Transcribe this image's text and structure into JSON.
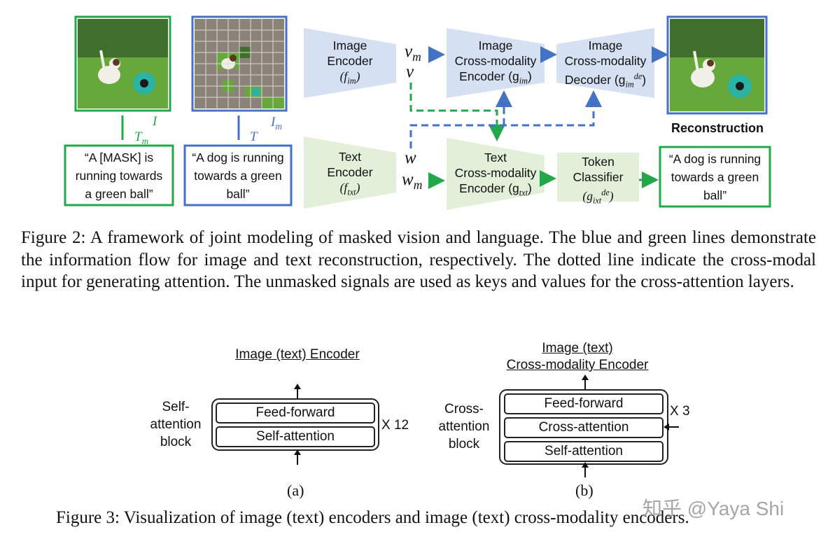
{
  "figure2": {
    "image_encoder": {
      "line1": "Image",
      "line2": "Encoder",
      "sym": "(f",
      "sub": "im",
      "close": ")"
    },
    "img_cm_encoder": {
      "line1": "Image",
      "line2": "Cross-modality",
      "line3": "Encoder (g",
      "sub": "im",
      "close": ")"
    },
    "img_cm_decoder": {
      "line1": "Image",
      "line2": "Cross-modality",
      "line3": "Decoder (g",
      "sub": "im",
      "sup": "de",
      "close": ")"
    },
    "text_encoder": {
      "line1": "Text",
      "line2": "Encoder",
      "sym": "(f",
      "sub": "txt",
      "close": ")"
    },
    "txt_cm_encoder": {
      "line1": "Text",
      "line2": "Cross-modality",
      "line3": "Encoder (g",
      "sub": "txt",
      "close": ")"
    },
    "token_classifier": {
      "line1": "Token",
      "line2": "Classifier",
      "sym": "(g",
      "sub": "ixt",
      "sup": "de",
      "close": ")"
    },
    "vars": {
      "vm": "v",
      "vm_sub": "m",
      "v": "v",
      "w": "w",
      "wm": "w",
      "wm_sub": "m"
    },
    "labels": {
      "I": "I",
      "Tm": "T",
      "Tm_sub": "m",
      "T": "T",
      "Im": "I",
      "Im_sub": "m"
    },
    "text_boxes": {
      "masked": [
        "“A [MASK] is",
        "running towards",
        "a green ball”"
      ],
      "full": [
        "“A dog is running",
        "towards a green",
        "ball”"
      ],
      "output": [
        "“A dog is running",
        "towards a green",
        "ball”"
      ]
    },
    "reconstruction": "Reconstruction",
    "caption": "Figure 2: A framework of joint modeling of masked vision and language. The blue and green lines demonstrate the information flow for image and text reconstruction, respectively. The dotted line indicate the cross-modal input for generating attention. The unmasked signals are used as keys and values for the cross-attention layers."
  },
  "figure3": {
    "a": {
      "title": "Image (text) Encoder",
      "side": [
        "Self-",
        "attention",
        "block"
      ],
      "layers": [
        "Feed-forward",
        "Self-attention"
      ],
      "repeat": "X 12",
      "label": "(a)"
    },
    "b": {
      "title1": "Image (text)",
      "title2": "Cross-modality Encoder",
      "side": [
        "Cross-",
        "attention",
        "block"
      ],
      "layers": [
        "Feed-forward",
        "Cross-attention",
        "Self-attention"
      ],
      "repeat": "X 3",
      "label": "(b)"
    },
    "caption": "Figure 3: Visualization of image (text) encoders and image (text) cross-modality encoders."
  },
  "watermark": "知乎 @Yaya Shi",
  "colors": {
    "blue": "#4472c4",
    "green": "#22a84a",
    "light_blue": "#d5e0f2",
    "light_green": "#e2efd9",
    "ink": "#111111"
  }
}
